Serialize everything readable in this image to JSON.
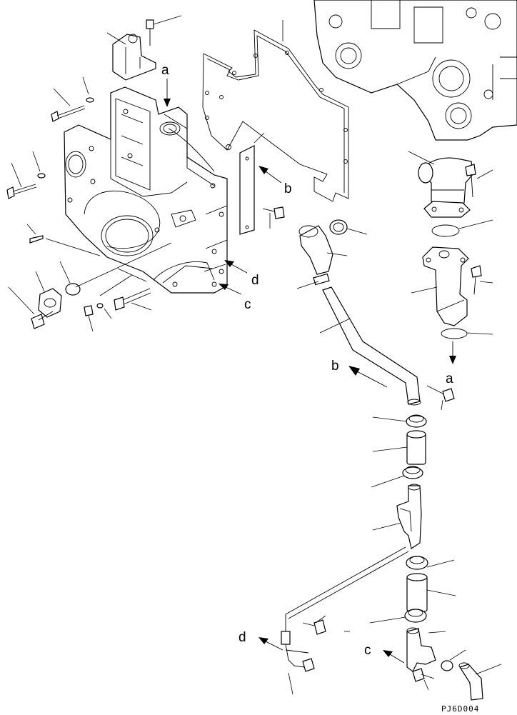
{
  "drawing_code": "PJ6D004",
  "ref_labels": {
    "a_top": "a",
    "b_gasket": "b",
    "c_cover": "c",
    "d_cover": "d",
    "b_pipe": "b",
    "a_right": "a",
    "d_sensor": "d",
    "c_elbow": "c"
  }
}
